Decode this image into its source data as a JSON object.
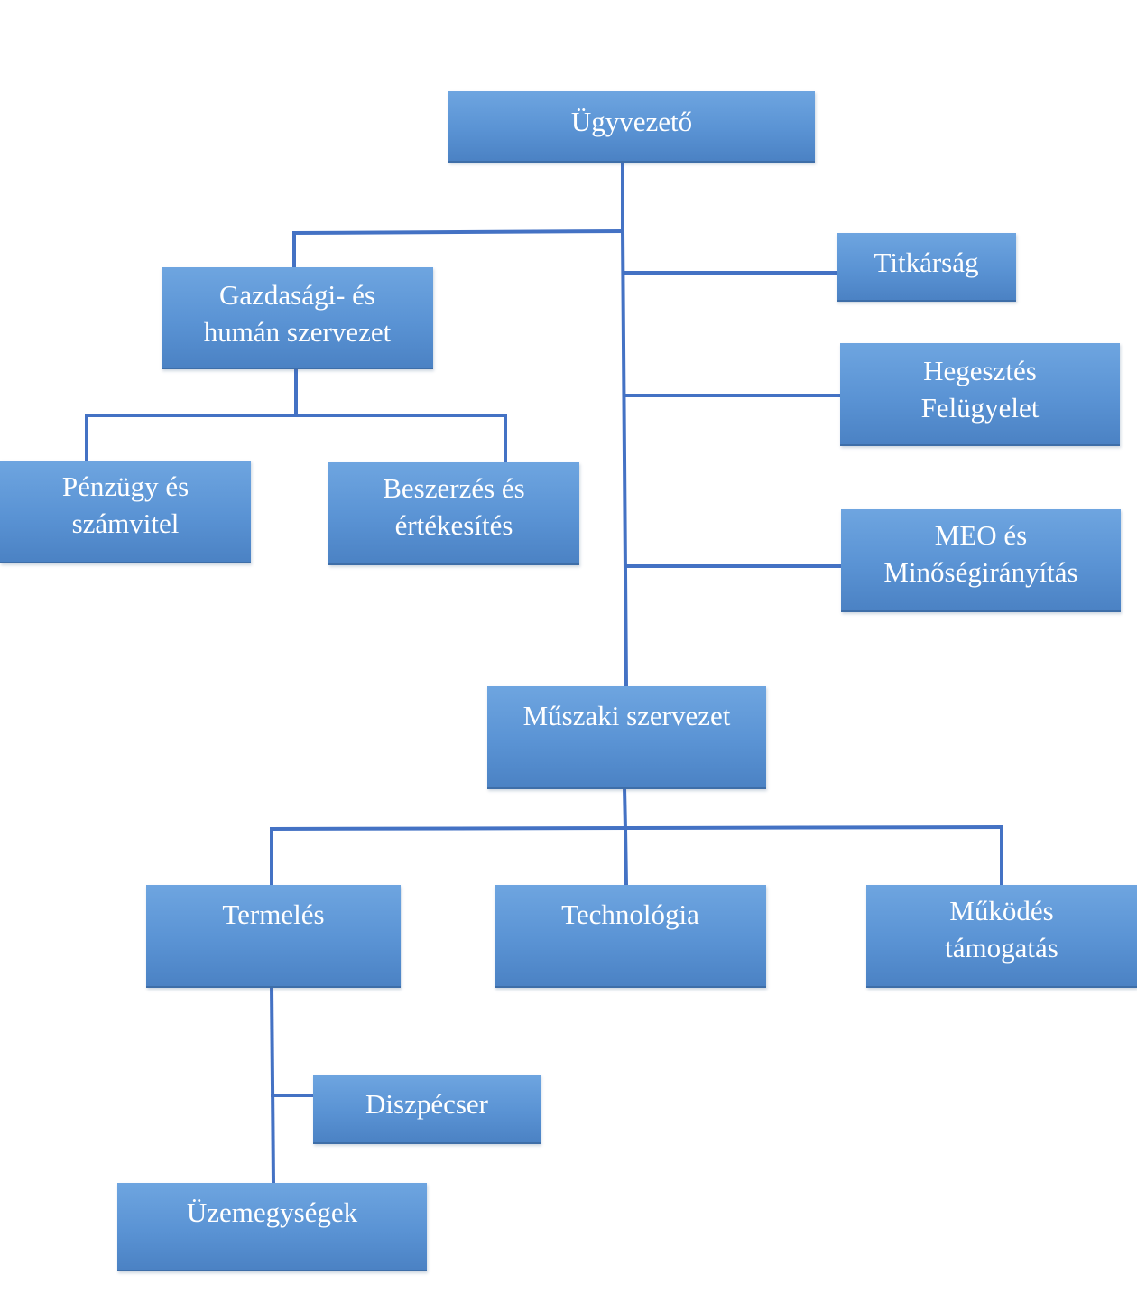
{
  "diagram": {
    "nodes": {
      "ugyvezeto": "Ügyvezető",
      "titkarsag": "Titkárság",
      "gazdasagi": "Gazdasági- és\nhumán szervezet",
      "hegesztes": "Hegesztés\nFelügyelet",
      "penzugy": "Pénzügy és\nszámvitel",
      "beszerzes": "Beszerzés és\nértékesítés",
      "meo": "MEO és\nMinőségirányítás",
      "muszaki": "Műszaki szervezet",
      "termeles": "Termelés",
      "technologia": "Technológia",
      "mukodes": "Működés\ntámogatás",
      "diszpecser": "Diszpécser",
      "uzemegysegek": "Üzemegységek"
    },
    "colors": {
      "box_fill": "#5a93d4",
      "box_text": "#ffffff",
      "connector": "#4472c4"
    }
  }
}
